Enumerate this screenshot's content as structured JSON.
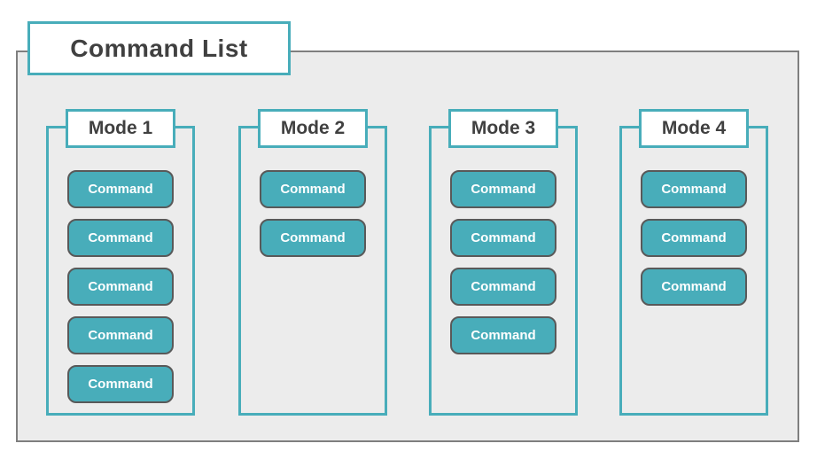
{
  "diagram": {
    "title": "Command List",
    "modes": [
      {
        "label": "Mode 1",
        "commands": [
          "Command",
          "Command",
          "Command",
          "Command",
          "Command"
        ]
      },
      {
        "label": "Mode 2",
        "commands": [
          "Command",
          "Command"
        ]
      },
      {
        "label": "Mode 3",
        "commands": [
          "Command",
          "Command",
          "Command",
          "Command"
        ]
      },
      {
        "label": "Mode 4",
        "commands": [
          "Command",
          "Command",
          "Command"
        ]
      }
    ],
    "colors": {
      "teal": "#48ADBA",
      "outer_border": "#7F7F7F",
      "outer_fill": "#ECECEC",
      "button_fill": "#48ADBA",
      "button_border": "#595959",
      "text_dark": "#404040",
      "text_light": "#FFFFFF"
    }
  }
}
